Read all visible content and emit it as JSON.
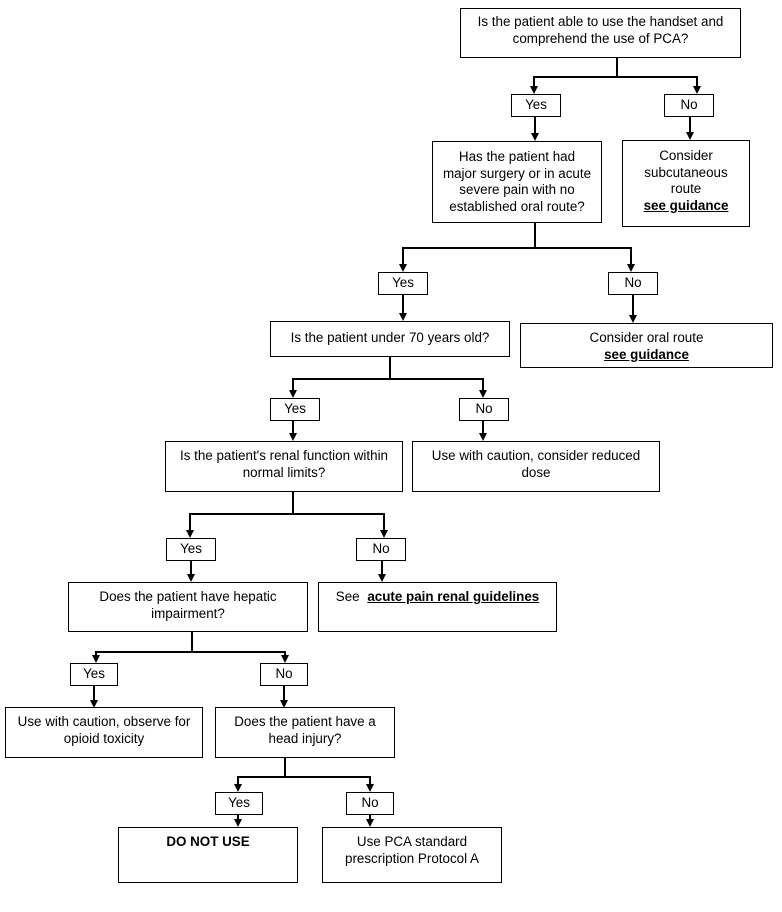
{
  "diagram": {
    "labels": {
      "yes": "Yes",
      "no": "No"
    },
    "nodes": {
      "handset": {
        "lines": [
          "Is the patient able to use the handset and",
          "comprehend the use of PCA?"
        ]
      },
      "surgery": {
        "lines": [
          "Has the patient had",
          "major surgery or in acute",
          "severe pain with no",
          "established oral route?"
        ]
      },
      "subcutaneous": {
        "lines": [
          "Consider",
          "subcutaneous",
          "route"
        ],
        "link": "see guidance"
      },
      "under70": {
        "lines": [
          "Is the patient under 70 years old?"
        ]
      },
      "oral": {
        "lines": [
          "Consider oral route"
        ],
        "link": "see guidance"
      },
      "renal": {
        "lines": [
          "Is the patient's renal function within",
          "normal limits?"
        ]
      },
      "reduced_dose": {
        "lines": [
          "Use with caution, consider reduced",
          "dose"
        ]
      },
      "hepatic": {
        "lines": [
          "Does the patient have hepatic",
          "impairment?"
        ]
      },
      "renal_guidelines": {
        "prefix": "See",
        "link": "acute pain renal guidelines"
      },
      "opioid_toxicity": {
        "lines": [
          "Use with caution, observe for",
          "opioid toxicity"
        ]
      },
      "head_injury": {
        "lines": [
          "Does the patient have a",
          "head injury?"
        ]
      },
      "do_not_use": {
        "lines": [
          "DO NOT USE"
        ]
      },
      "pca_protocol": {
        "lines": [
          "Use PCA standard",
          "prescription Protocol A"
        ]
      }
    }
  }
}
